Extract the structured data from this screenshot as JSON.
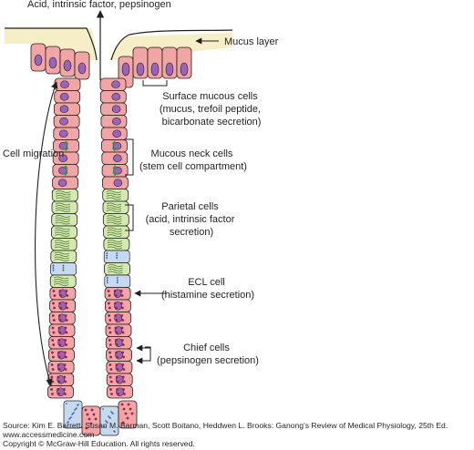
{
  "labels": {
    "top": "Acid, intrinsic factor, pepsinogen",
    "mucus_layer": "Mucus layer",
    "surface_mucous": [
      "Surface mucous cells",
      "(mucus, trefoil peptide,",
      "bicarbonate secretion)"
    ],
    "mucous_neck": [
      "Mucous neck cells",
      "(stem cell compartment)"
    ],
    "parietal": [
      "Parietal cells",
      "(acid, intrinsic factor",
      "secretion)"
    ],
    "ecl": [
      "ECL cell",
      "(histamine secretion)"
    ],
    "chief": [
      "Chief cells",
      "(pepsinogen secretion)"
    ],
    "cell_migration": "Cell migration"
  },
  "source": {
    "citation": "Source: Kim E. Barrett, Susan M. Barman, Scott Boitano, Heddwen L. Brooks: Ganong's Review of Medical Physiology, 25th Ed.",
    "website": "www.accessmedicine.com",
    "copyright": "Copyright © McGraw-Hill Education.  All rights reserved."
  },
  "colors": {
    "surface_cell": "#f2a5a5",
    "nucleus": "#9a64b8",
    "parietal_cell": "#d4e8b2",
    "chief_granule": "#9a1f56",
    "stem_arrow": "#2e9a45",
    "mucus": "#f6eec6",
    "ecl_blue": "#c7d9ef"
  }
}
